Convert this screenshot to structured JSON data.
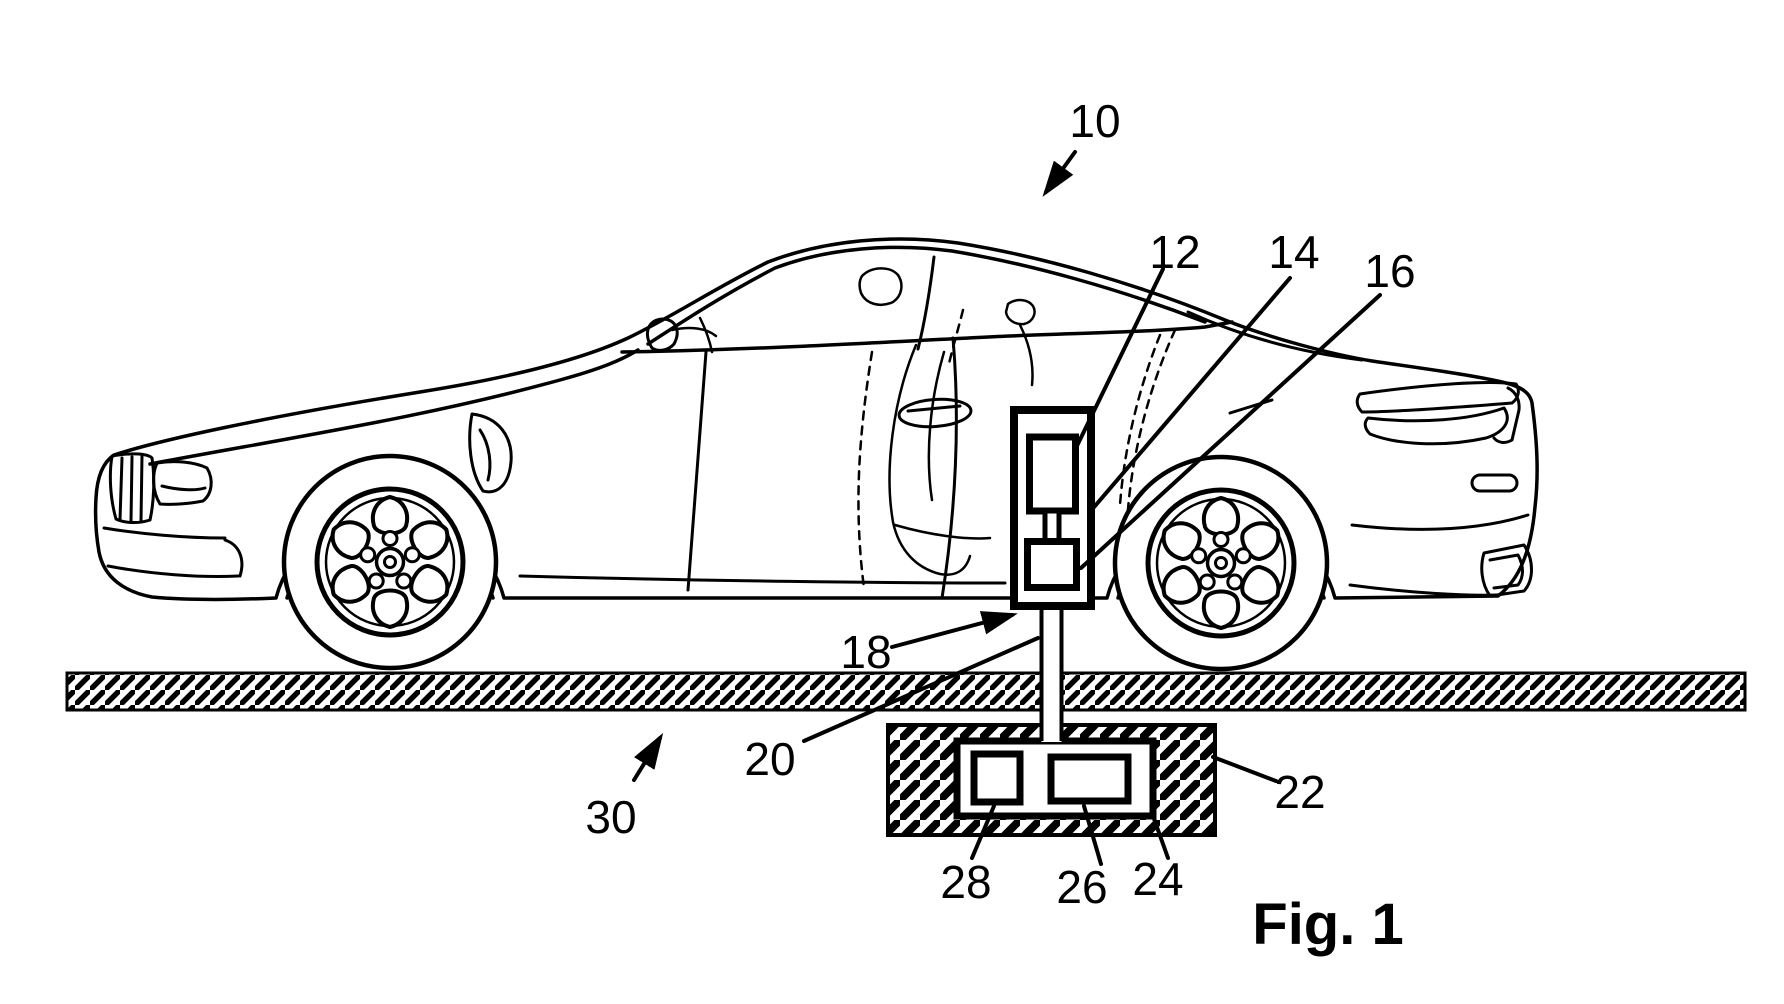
{
  "figure": {
    "caption": "Fig. 1",
    "labels": [
      {
        "id": "10",
        "text": "10"
      },
      {
        "id": "12",
        "text": "12"
      },
      {
        "id": "14",
        "text": "14"
      },
      {
        "id": "16",
        "text": "16"
      },
      {
        "id": "18",
        "text": "18"
      },
      {
        "id": "20",
        "text": "20"
      },
      {
        "id": "22",
        "text": "22"
      },
      {
        "id": "24",
        "text": "24"
      },
      {
        "id": "26",
        "text": "26"
      },
      {
        "id": "28",
        "text": "28"
      },
      {
        "id": "30",
        "text": "30"
      }
    ]
  },
  "colors": {
    "line": "#000000",
    "background": "#ffffff"
  }
}
